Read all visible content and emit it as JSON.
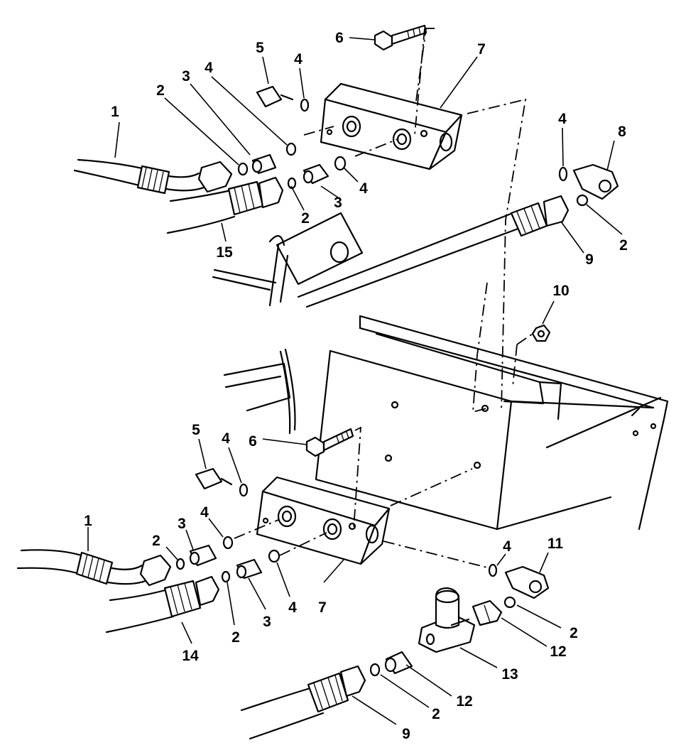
{
  "diagram": {
    "callouts": {
      "c1_upper": "1",
      "c2_upper_left": "2",
      "c3_upper_left": "3",
      "c4_upper_left": "4",
      "c5_upper": "5",
      "c4_upper_top": "4",
      "c6_upper": "6",
      "c7_upper": "7",
      "c4_upper_right": "4",
      "c8": "8",
      "c2_upper_right": "2",
      "c9_upper": "9",
      "c2_upper_mid": "2",
      "c3_upper_mid": "3",
      "c4_upper_mid": "4",
      "c15": "15",
      "c10": "10",
      "c5_lower": "5",
      "c4_lower_top": "4",
      "c6_lower": "6",
      "c1_lower": "1",
      "c2_lower_left": "2",
      "c3_lower_left": "3",
      "c4_lower_left": "4",
      "c2_lower_mid": "2",
      "c3_lower_mid": "3",
      "c4_lower_mid": "4",
      "c7_lower": "7",
      "c14": "14",
      "c4_lower_right": "4",
      "c11": "11",
      "c2_lower_right": "2",
      "c12_right": "12",
      "c13": "13",
      "c12_lower": "12",
      "c2_lower_bottom": "2",
      "c9_lower": "9"
    }
  }
}
